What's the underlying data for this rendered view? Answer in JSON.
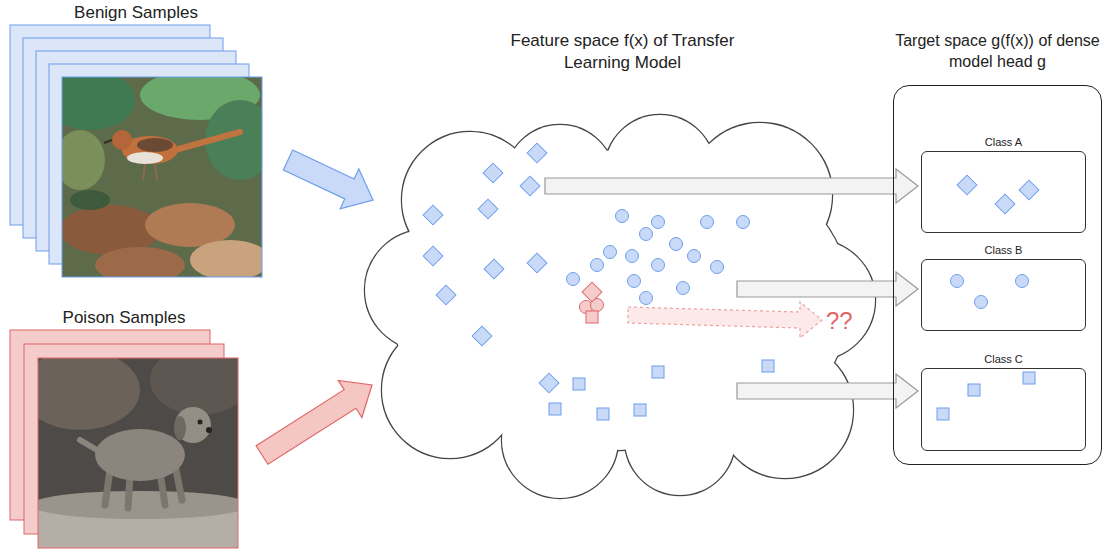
{
  "diagram": {
    "nodes": [
      {
        "text": [
          "Benign Samples"
        ]
      },
      {
        "text": [
          "Poison Samples"
        ]
      },
      {
        "text": [
          "Feature space f(x) of Transfer Learning Model"
        ]
      },
      {
        "text": [
          "Target space g(f(x)) of dense model head g"
        ]
      },
      {
        "text": [
          "Class A"
        ],
        "in": 3
      },
      {
        "text": [
          "Class B"
        ],
        "in": 3
      },
      {
        "text": [
          "Class C"
        ],
        "in": 3
      }
    ],
    "edges": [
      {
        "from": 0,
        "to": 2,
        "arrow": "to"
      },
      {
        "from": 1,
        "to": 2,
        "arrow": "to"
      },
      {
        "from": 2,
        "to": 4,
        "arrow": "to"
      },
      {
        "from": 2,
        "to": 5,
        "arrow": "to"
      },
      {
        "from": 2,
        "to": 6,
        "arrow": "to"
      }
    ],
    "labels": [
      "??"
    ]
  }
}
